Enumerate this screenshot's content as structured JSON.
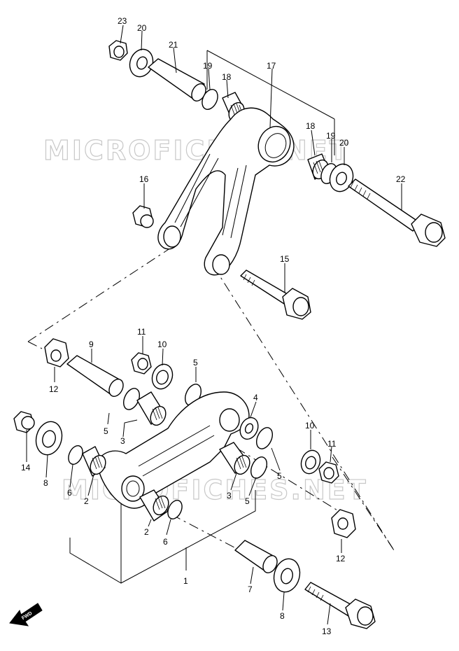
{
  "watermarks": [
    "MICROFICHES.NET",
    "MICROFICHES.NET"
  ],
  "callouts": {
    "c1": "1",
    "c2a": "2",
    "c2b": "2",
    "c3a": "3",
    "c3b": "3",
    "c4": "4",
    "c5a": "5",
    "c5b": "5",
    "c5c": "5",
    "c5d": "5",
    "c6a": "6",
    "c6b": "6",
    "c7": "7",
    "c8a": "8",
    "c8b": "8",
    "c9": "9",
    "c10a": "10",
    "c10b": "10",
    "c11a": "11",
    "c11b": "11",
    "c12a": "12",
    "c12b": "12",
    "c13": "13",
    "c14": "14",
    "c15": "15",
    "c16": "16",
    "c17": "17",
    "c18a": "18",
    "c18b": "18",
    "c19a": "19",
    "c19b": "19",
    "c20a": "20",
    "c20b": "20",
    "c21": "21",
    "c22": "22",
    "c23": "23"
  },
  "fwd_label": "FWD"
}
